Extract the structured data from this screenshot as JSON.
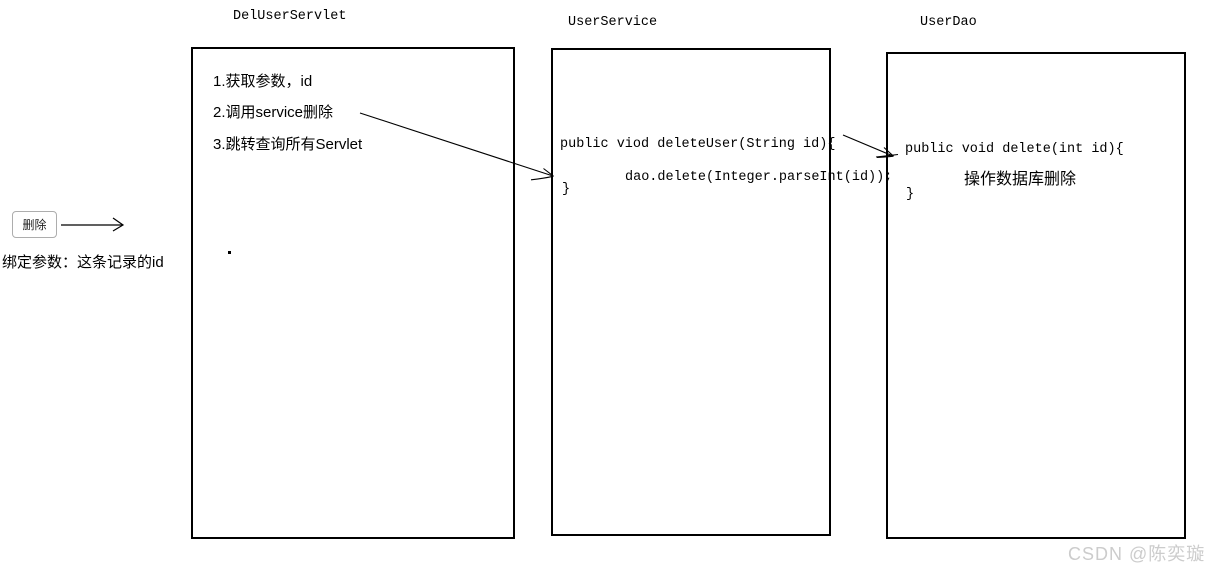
{
  "colors": {
    "line": "#000000",
    "watermark_gray": "#cccccc",
    "button_border_gray": "#adadad"
  },
  "lanes": {
    "servlet": {
      "title": "DelUserServlet",
      "steps": [
        "1.获取参数，id",
        "2.调用service删除",
        "3.跳转查询所有Servlet"
      ]
    },
    "service": {
      "title": "UserService",
      "code_line1": "public viod deleteUser(String id){",
      "code_line2": "dao.delete(Integer.parseInt(id));",
      "code_line3": "}"
    },
    "dao": {
      "title": "UserDao",
      "code_line1": "public void delete(int id){",
      "code_line2": "操作数据库删除",
      "code_line3": "}"
    }
  },
  "trigger": {
    "button_label": "删除",
    "caption": "绑定参数：这条记录的id"
  },
  "stray_mark": ".",
  "watermark": "CSDN @陈奕璇"
}
